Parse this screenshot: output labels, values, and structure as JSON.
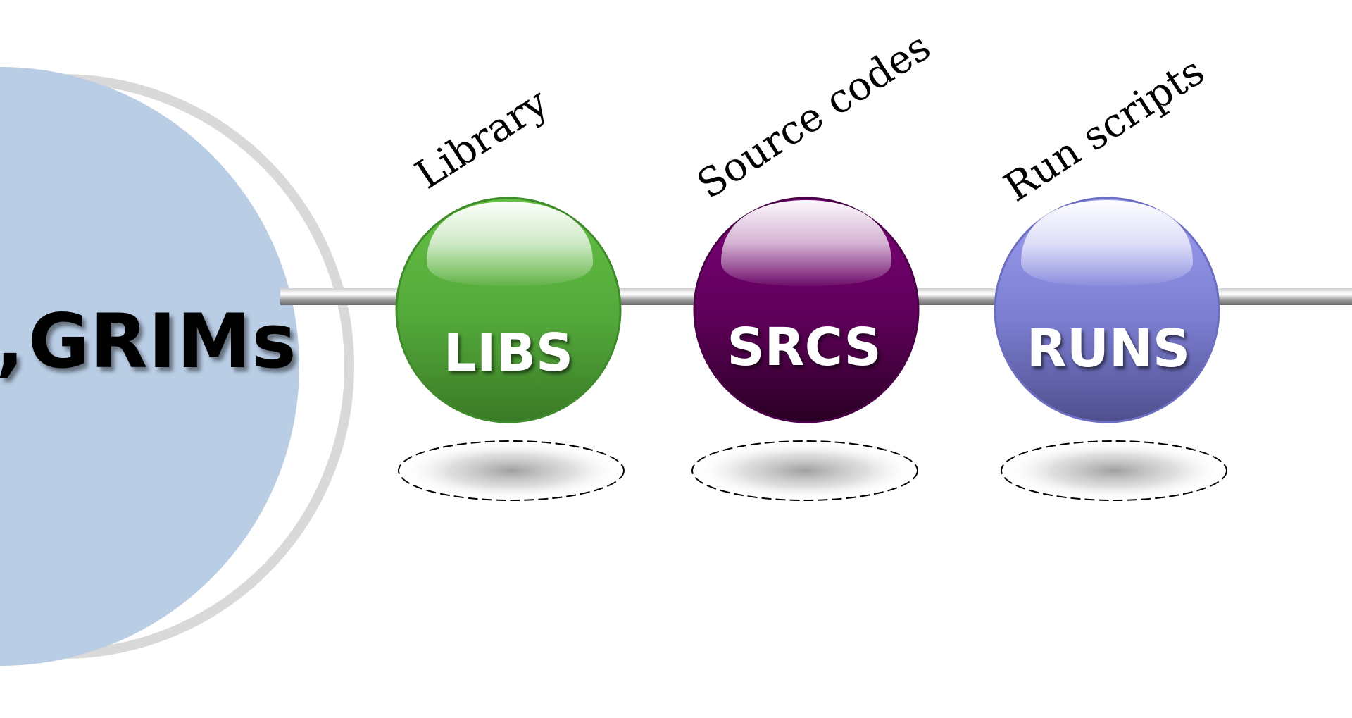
{
  "main_node": {
    "title": "GRIMs",
    "color": "#b9cde5"
  },
  "nodes": [
    {
      "id": "libs",
      "label": "LIBS",
      "caption": "Library",
      "color": "#5aaa3c"
    },
    {
      "id": "srcs",
      "label": "SRCS",
      "caption": "Source codes",
      "color": "#6e0068"
    },
    {
      "id": "runs",
      "label": "RUNS",
      "caption": "Run scripts",
      "color": "#8a8ce0"
    }
  ]
}
